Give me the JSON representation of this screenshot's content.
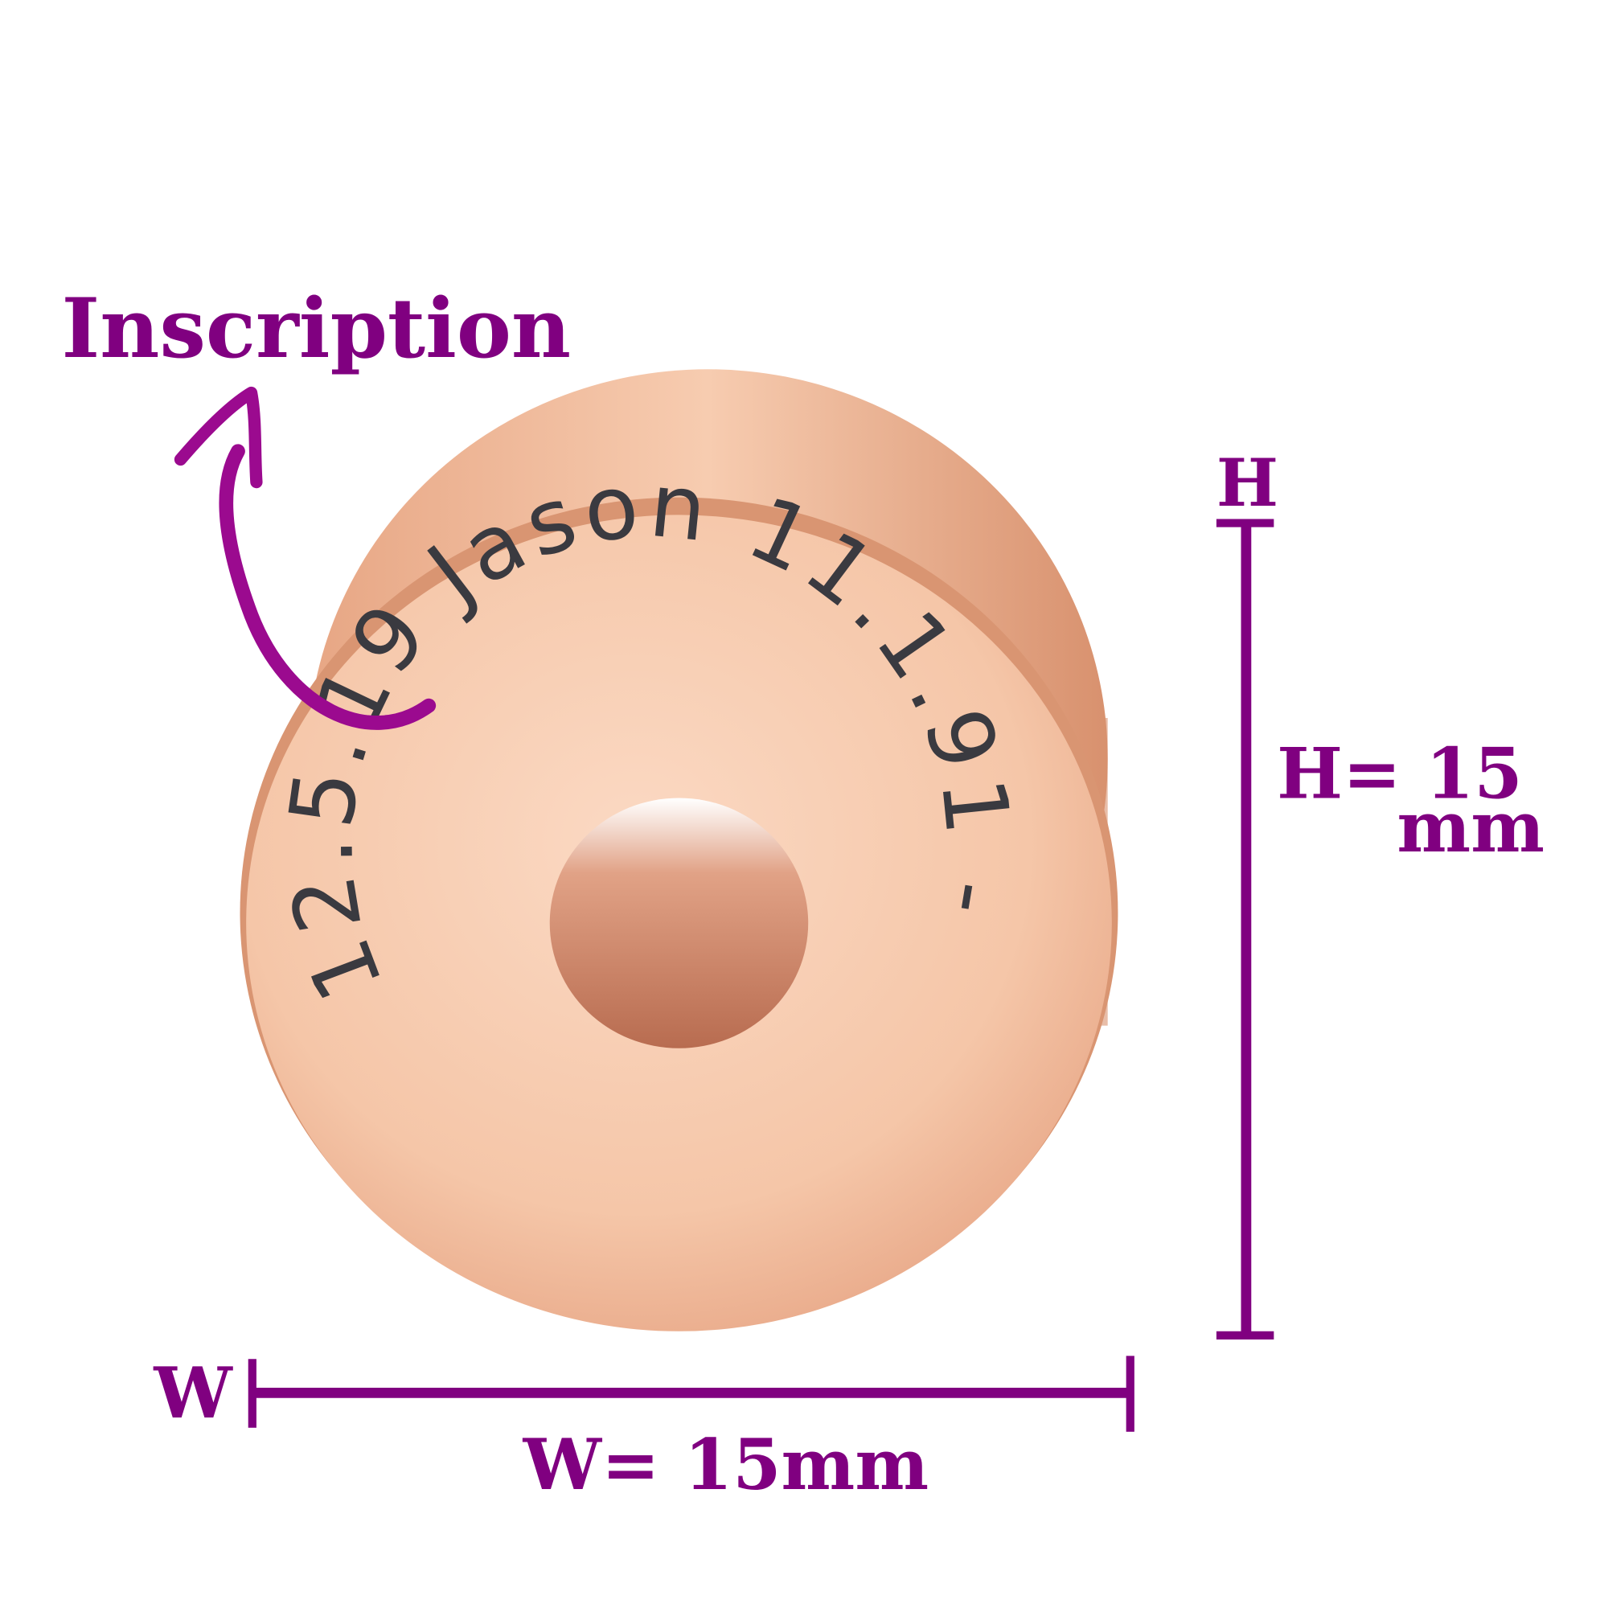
{
  "annotation": {
    "inscription_label": "Inscription",
    "height_marker": "H",
    "height_label": "H= 15",
    "height_unit": "mm",
    "width_marker": "W",
    "width_label": "W= 15mm"
  },
  "bead": {
    "engraving": "12.5.19  Jason  11.1.91  -"
  },
  "colors": {
    "accent": "#800080",
    "metal": "#f4c3a4",
    "metal_dark": "#d99572",
    "engraving": "#3a3a40"
  }
}
